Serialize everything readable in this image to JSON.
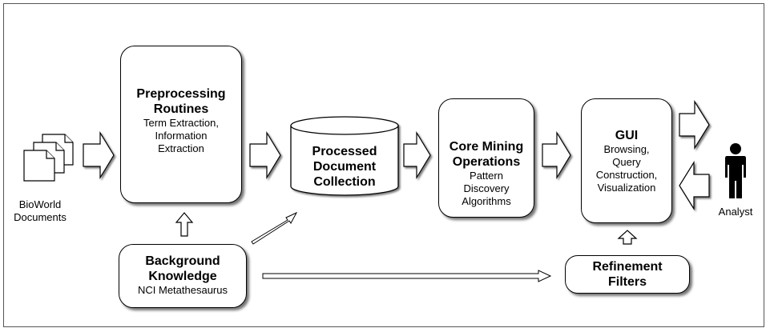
{
  "nodes": {
    "bioworld_documents": {
      "label": "BioWorld\nDocuments"
    },
    "preprocessing": {
      "title": "Preprocessing\nRoutines",
      "sub": "Term Extraction,\nInformation\nExtraction"
    },
    "processed_collection": {
      "title": "Processed\nDocument\nCollection"
    },
    "core_mining": {
      "title": "Core Mining\nOperations",
      "sub": "Pattern\nDiscovery\nAlgorithms"
    },
    "gui": {
      "title": "GUI",
      "sub": "Browsing,\nQuery\nConstruction,\nVisualization"
    },
    "background_knowledge": {
      "title": "Background\nKnowledge",
      "sub": "NCI Metathesaurus"
    },
    "refinement_filters": {
      "title": "Refinement\nFilters"
    },
    "analyst": {
      "label": "Analyst"
    }
  },
  "edges": [
    {
      "from": "bioworld_documents",
      "to": "preprocessing"
    },
    {
      "from": "preprocessing",
      "to": "processed_collection"
    },
    {
      "from": "processed_collection",
      "to": "core_mining"
    },
    {
      "from": "core_mining",
      "to": "gui"
    },
    {
      "from": "gui",
      "to": "analyst"
    },
    {
      "from": "analyst",
      "to": "gui"
    },
    {
      "from": "background_knowledge",
      "to": "preprocessing"
    },
    {
      "from": "background_knowledge",
      "to": "processed_collection"
    },
    {
      "from": "background_knowledge",
      "to": "refinement_filters"
    },
    {
      "from": "refinement_filters",
      "to": "gui"
    }
  ],
  "icons": {
    "documents": "document-stack-icon",
    "analyst": "person-icon"
  }
}
